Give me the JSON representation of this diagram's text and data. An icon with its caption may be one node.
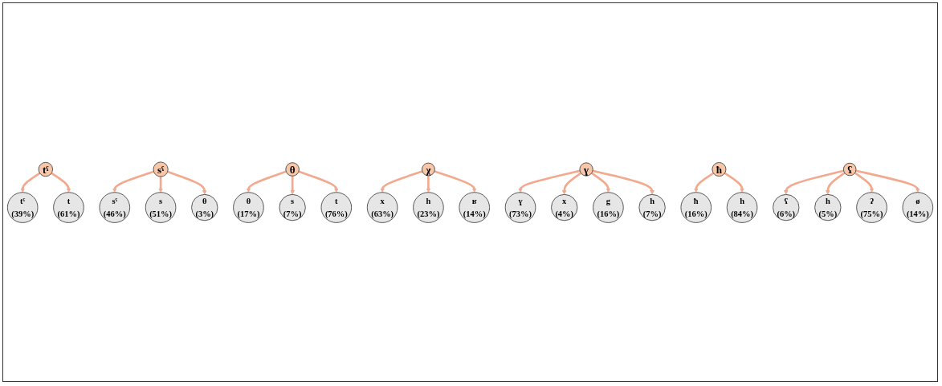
{
  "diagram": {
    "nodes": [
      {
        "text": [
          "tˤ",
          "(39%)"
        ]
      },
      {
        "text": [
          "tˤ"
        ]
      },
      {
        "text": [
          "t",
          "(61%)"
        ]
      },
      {
        "text": [
          "sˤ",
          "(46%)"
        ]
      },
      {
        "text": [
          "sˤ"
        ]
      },
      {
        "text": [
          "s",
          "(51%)"
        ]
      },
      {
        "text": [
          "θ",
          "(3%)"
        ]
      },
      {
        "text": [
          "θ",
          "(17%)"
        ]
      },
      {
        "text": [
          "θ"
        ]
      },
      {
        "text": [
          "s",
          "(7%)"
        ]
      },
      {
        "text": [
          "t",
          "(76%)"
        ]
      },
      {
        "text": [
          "x",
          "(63%)"
        ]
      },
      {
        "text": [
          "χ"
        ]
      },
      {
        "text": [
          "h",
          "(23%)"
        ]
      },
      {
        "text": [
          "ʁ",
          "(14%)"
        ]
      },
      {
        "text": [
          "ɣ",
          "(73%)"
        ]
      },
      {
        "text": [
          "x",
          "(4%)"
        ]
      },
      {
        "text": [
          "ɣ"
        ]
      },
      {
        "text": [
          "g",
          "(16%)"
        ]
      },
      {
        "text": [
          "h",
          "(7%)"
        ]
      },
      {
        "text": [
          "ħ",
          "(16%)"
        ]
      },
      {
        "text": [
          "ħ"
        ]
      },
      {
        "text": [
          "h",
          "(84%)"
        ]
      },
      {
        "text": [
          "ʕ",
          "(6%)"
        ]
      },
      {
        "text": [
          "h",
          "(5%)"
        ]
      },
      {
        "text": [
          "ʕ"
        ]
      },
      {
        "text": [
          "ʔ",
          "(75%)"
        ]
      },
      {
        "text": [
          "ø",
          "(14%)"
        ]
      }
    ],
    "edges": [
      {
        "from": 1,
        "to": 0,
        "arrow": "to"
      },
      {
        "from": 1,
        "to": 2,
        "arrow": "to"
      },
      {
        "from": 4,
        "to": 3,
        "arrow": "to"
      },
      {
        "from": 4,
        "to": 5,
        "arrow": "to"
      },
      {
        "from": 4,
        "to": 6,
        "arrow": "to"
      },
      {
        "from": 8,
        "to": 7,
        "arrow": "to"
      },
      {
        "from": 8,
        "to": 9,
        "arrow": "to"
      },
      {
        "from": 8,
        "to": 10,
        "arrow": "to"
      },
      {
        "from": 12,
        "to": 11,
        "arrow": "to"
      },
      {
        "from": 12,
        "to": 13,
        "arrow": "to"
      },
      {
        "from": 12,
        "to": 14,
        "arrow": "to"
      },
      {
        "from": 17,
        "to": 15,
        "arrow": "to"
      },
      {
        "from": 17,
        "to": 16,
        "arrow": "to"
      },
      {
        "from": 17,
        "to": 18,
        "arrow": "to"
      },
      {
        "from": 17,
        "to": 19,
        "arrow": "to"
      },
      {
        "from": 21,
        "to": 20,
        "arrow": "to"
      },
      {
        "from": 21,
        "to": 22,
        "arrow": "to"
      },
      {
        "from": 25,
        "to": 23,
        "arrow": "to"
      },
      {
        "from": 25,
        "to": 24,
        "arrow": "to"
      },
      {
        "from": 25,
        "to": 26,
        "arrow": "to"
      },
      {
        "from": 25,
        "to": 27,
        "arrow": "to"
      }
    ]
  }
}
